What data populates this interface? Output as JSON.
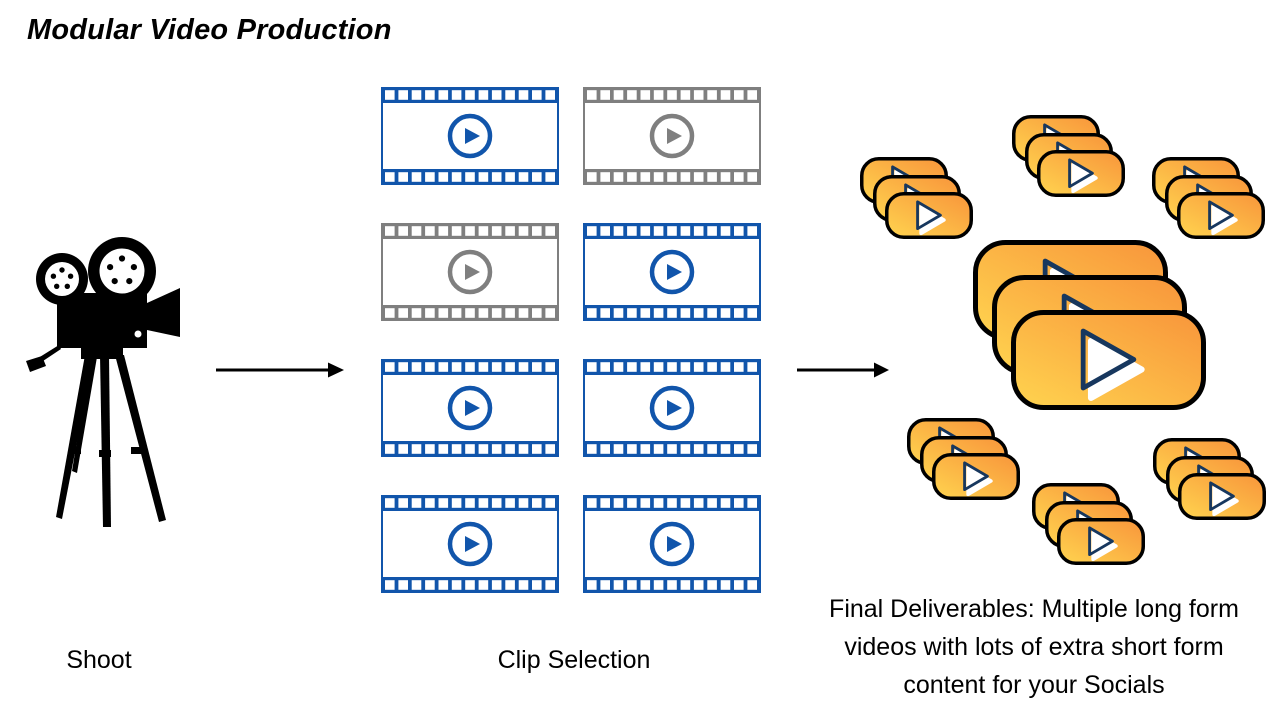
{
  "title": "Modular Video Production",
  "stage_labels": {
    "shoot": "Shoot",
    "clip_selection": "Clip Selection"
  },
  "caption": {
    "full": "Final Deliverables: Multiple long form videos with lots of extra short form content for your Socials",
    "lines": [
      "Final Deliverables: Multiple long form",
      "videos with lots of extra short form",
      "content for your Socials"
    ]
  },
  "colors": {
    "selected_blue": "#1155AB",
    "unselected_gray": "#7F7F7F",
    "navy_outline": "#17375E",
    "orange_light": "#FFD44F",
    "orange_dark": "#F8953B",
    "ink": "#000000"
  },
  "clips": [
    {
      "row": 1,
      "col": 1,
      "state": "selected"
    },
    {
      "row": 1,
      "col": 2,
      "state": "unselected"
    },
    {
      "row": 2,
      "col": 1,
      "state": "unselected"
    },
    {
      "row": 2,
      "col": 2,
      "state": "selected"
    },
    {
      "row": 3,
      "col": 1,
      "state": "selected"
    },
    {
      "row": 3,
      "col": 2,
      "state": "selected"
    },
    {
      "row": 4,
      "col": 1,
      "state": "selected"
    },
    {
      "row": 4,
      "col": 2,
      "state": "selected"
    }
  ],
  "deliverables": {
    "clusters": [
      {
        "name": "top-left",
        "size": "small",
        "count": 3
      },
      {
        "name": "top-center",
        "size": "small",
        "count": 3
      },
      {
        "name": "top-right",
        "size": "small",
        "count": 3
      },
      {
        "name": "center",
        "size": "large",
        "count": 3
      },
      {
        "name": "bottom-left",
        "size": "small",
        "count": 3
      },
      {
        "name": "bottom-center",
        "size": "small",
        "count": 3
      },
      {
        "name": "bottom-right",
        "size": "small",
        "count": 3
      }
    ]
  }
}
